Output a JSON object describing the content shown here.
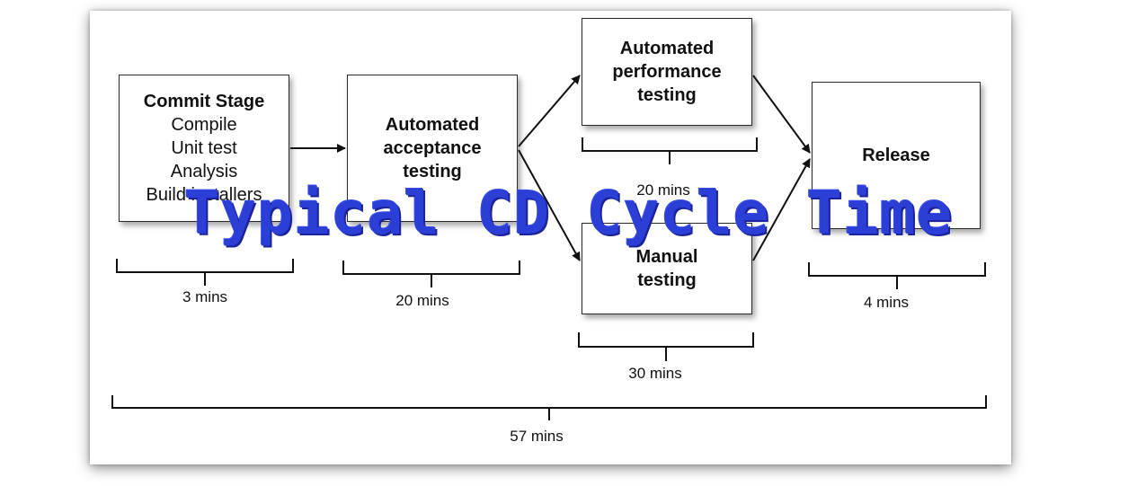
{
  "overlay_title": "Typical CD Cycle Time",
  "stages": {
    "commit": {
      "title": "Commit Stage",
      "lines": [
        "Compile",
        "Unit test",
        "Analysis",
        "Build installers"
      ],
      "duration": "3 mins"
    },
    "acceptance": {
      "lines": [
        "Automated",
        "acceptance",
        "testing"
      ],
      "duration": "20 mins"
    },
    "performance": {
      "lines": [
        "Automated",
        "performance",
        "testing"
      ],
      "duration": "20 mins"
    },
    "manual": {
      "lines": [
        "Manual",
        "testing"
      ],
      "duration": "30 mins"
    },
    "release": {
      "title": "Release",
      "duration": "4 mins"
    }
  },
  "total_duration": "57 mins",
  "colors": {
    "overlay_text": "#2b3fd6",
    "box_border": "#2a2a2a"
  }
}
